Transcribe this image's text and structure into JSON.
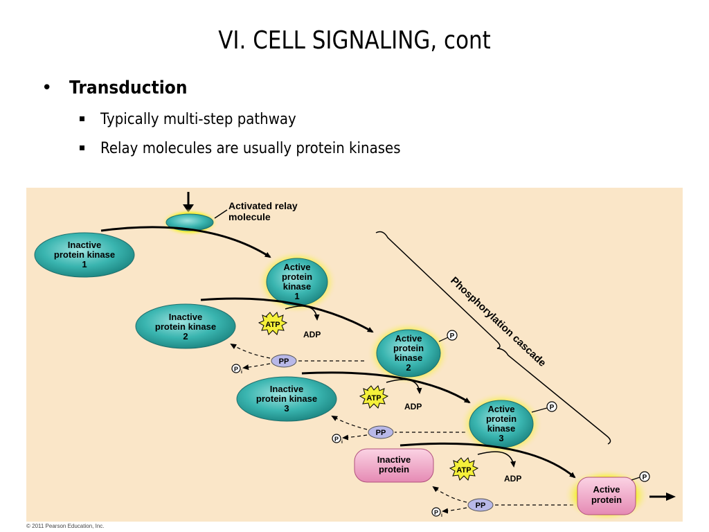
{
  "slide": {
    "title": "VI.  CELL SIGNALING, cont",
    "bullet": "Transduction",
    "bullet_marker": "•",
    "sub_bullets": [
      "Typically multi-step pathway",
      "Relay molecules are usually protein kinases"
    ]
  },
  "diagram": {
    "activated_relay": [
      "Activated relay",
      "molecule"
    ],
    "inactive_kinase_1": [
      "Inactive",
      "protein kinase",
      "1"
    ],
    "active_kinase_1": [
      "Active",
      "protein",
      "kinase",
      "1"
    ],
    "inactive_kinase_2": [
      "Inactive",
      "protein kinase",
      "2"
    ],
    "active_kinase_2": [
      "Active",
      "protein",
      "kinase",
      "2"
    ],
    "inactive_kinase_3": [
      "Inactive",
      "protein kinase",
      "3"
    ],
    "active_kinase_3": [
      "Active",
      "protein",
      "kinase",
      "3"
    ],
    "inactive_protein": [
      "Inactive",
      "protein"
    ],
    "active_protein": [
      "Active",
      "protein"
    ],
    "atp": "ATP",
    "adp": "ADP",
    "pp": "PP",
    "p": "P",
    "pi_sub": "i",
    "cascade_label": "Phosphorylation cascade",
    "copyright": "© 2011 Pearson Education, Inc.",
    "colors": {
      "kinase": "#3ab5b0",
      "protein": "#f0a8c8",
      "glow": "#f5f03a",
      "pp": "#b8b8e8",
      "atp": "#f5f03a"
    }
  }
}
